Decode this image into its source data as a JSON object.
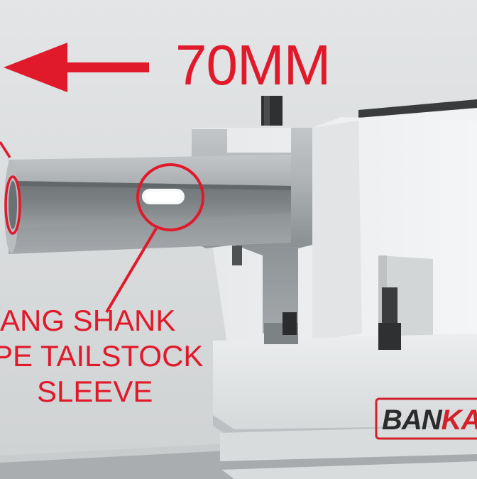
{
  "dimension": {
    "text": "70MM"
  },
  "callout": {
    "line1": "ANG SHANK",
    "line2": "PE TAILSTOCK",
    "line3": "SLEEVE"
  },
  "brand": {
    "prefix": "BAN",
    "accent": "KA"
  },
  "colors": {
    "annotation_red": "#e0192b",
    "machine_body": "#eef0f1",
    "steel": "#9da1a4",
    "background": "#d8dbdc"
  },
  "icons": {
    "arrow": "arrow-left-icon",
    "highlight": "circle-highlight-icon"
  }
}
